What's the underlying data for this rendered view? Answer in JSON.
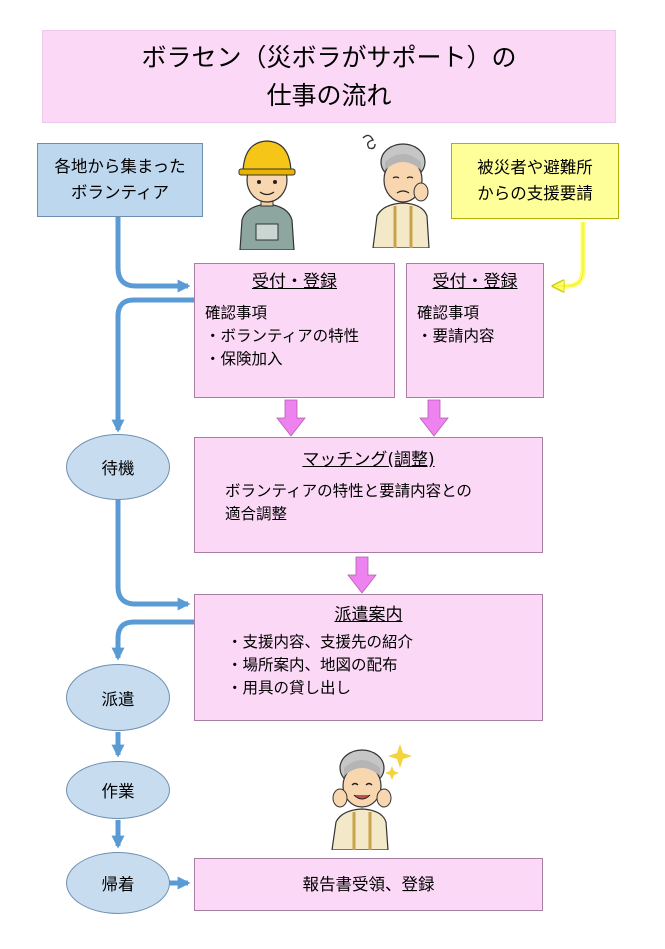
{
  "title": {
    "line1": "ボラセン（災ボラがサポート）の",
    "line2": "仕事の流れ"
  },
  "volunteers": {
    "line1": "各地から集まった",
    "line2": "ボランティア"
  },
  "requests": {
    "line1": "被災者や避難所",
    "line2": "からの支援要請"
  },
  "reception_volunteer": {
    "heading": "受付・登録",
    "label": "確認事項",
    "items": [
      "・ボランティアの特性",
      "・保険加入"
    ]
  },
  "reception_request": {
    "heading": "受付・登録",
    "label": "確認事項",
    "items": [
      "・要請内容"
    ]
  },
  "matching": {
    "heading": "マッチング(調整)",
    "line1": "ボランティアの特性と要請内容との",
    "line2": "適合調整"
  },
  "dispatch_guide": {
    "heading": "派遣案内",
    "items": [
      "・支援内容、支援先の紹介",
      "・場所案内、地図の配布",
      "・用具の貸し出し"
    ]
  },
  "report": {
    "label": "報告書受領、登録"
  },
  "steps": {
    "standby": "待機",
    "dispatch": "派遣",
    "work": "作業",
    "return": "帰着"
  },
  "colors": {
    "flow_blue": "#5b9bd5",
    "pink_arrow": "#ee82ee",
    "yellow_arrow": "#ffff66",
    "pink_box": "#fbd9f6",
    "blue_box": "#bdd7ee",
    "yellow_box": "#ffff99"
  },
  "icons": [
    "worker-illustration",
    "worried-elder-illustration",
    "happy-elder-illustration"
  ]
}
